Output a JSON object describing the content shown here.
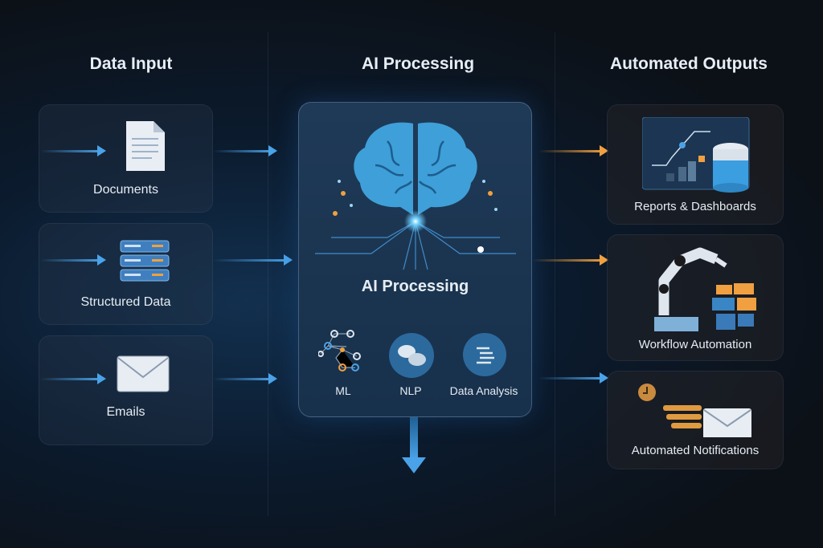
{
  "columns": {
    "input": "Data Input",
    "processing": "AI Processing",
    "outputs": "Automated Outputs"
  },
  "inputs": [
    {
      "label": "Documents",
      "icon": "document-icon"
    },
    {
      "label": "Structured Data",
      "icon": "server-icon"
    },
    {
      "label": "Emails",
      "icon": "envelope-icon"
    }
  ],
  "processing": {
    "title": "AI Processing",
    "modules": [
      {
        "label": "ML",
        "icon": "network-graph-icon"
      },
      {
        "label": "NLP",
        "icon": "chat-bubbles-icon"
      },
      {
        "label": "Data Analysis",
        "icon": "analysis-icon"
      }
    ]
  },
  "outputs": [
    {
      "label": "Reports & Dashboards",
      "icon": "dashboard-icon"
    },
    {
      "label": "Workflow Automation",
      "icon": "robot-arm-icon"
    },
    {
      "label": "Automated Notifications",
      "icon": "notification-icon"
    }
  ],
  "colors": {
    "blue": "#4aa3e8",
    "orange": "#f0a040",
    "background": "#0c1118"
  }
}
